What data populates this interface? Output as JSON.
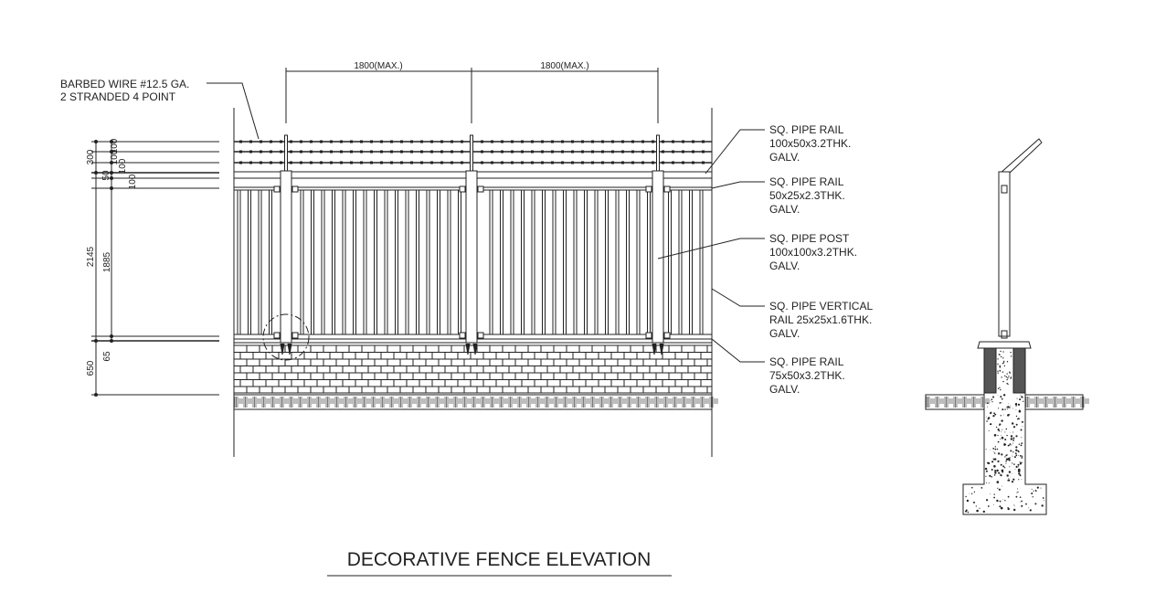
{
  "title": "DECORATIVE FENCE ELEVATION",
  "top_dimensions": [
    "1800(MAX.)",
    "1800(MAX.)"
  ],
  "left_dimensions": {
    "outer": [
      "300",
      "2145",
      "650"
    ],
    "inner": [
      "100",
      "100",
      "100",
      "50",
      "100",
      "1885",
      "65"
    ]
  },
  "callouts": {
    "barbed_wire": [
      "BARBED WIRE #12.5 GA.",
      "2 STRANDED 4 POINT"
    ],
    "right": [
      {
        "lines": [
          "SQ. PIPE RAIL",
          "100x50x3.2THK.",
          "GALV."
        ]
      },
      {
        "lines": [
          "SQ. PIPE RAIL",
          "50x25x2.3THK.",
          "GALV."
        ]
      },
      {
        "lines": [
          "SQ. PIPE POST",
          "100x100x3.2THK.",
          "GALV."
        ]
      },
      {
        "lines": [
          "SQ. PIPE VERTICAL",
          "RAIL 25x25x1.6THK.",
          "GALV."
        ]
      },
      {
        "lines": [
          "SQ. PIPE RAIL",
          "75x50x3.2THK.",
          "GALV."
        ]
      }
    ]
  }
}
